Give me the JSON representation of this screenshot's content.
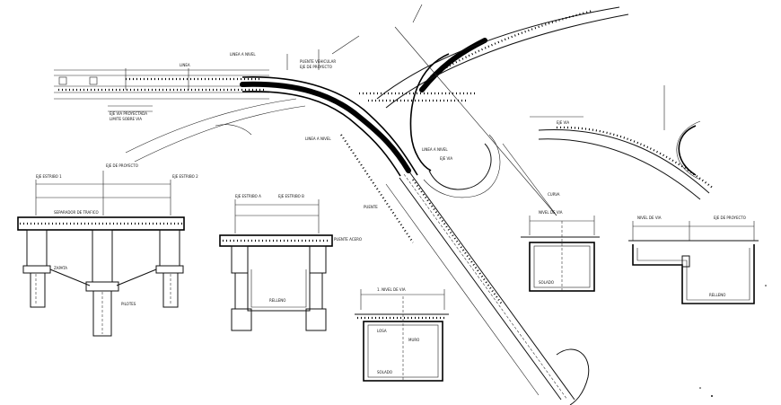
{
  "drawing": {
    "labels": {
      "plan_left_a": "LINEA",
      "plan_left_b": "EJE VIA PROYECTADA",
      "plan_left_c": "LIMITE SOBRE VIA",
      "plan_top_a": "LINEA A NIVEL",
      "plan_top_b": "PUENTE VEHICULAR",
      "plan_top_c": "EJE DE PROYECTO",
      "plan_mid_a": "LINEA A NIVEL",
      "plan_mid_b": "LINEA A NIVEL",
      "plan_mid_c": "EJE VIA",
      "plan_mid_d": "PUENTE",
      "plan_right_a": "EJE VIA",
      "plan_right_b": "CURVA",
      "sec1_top_a": "EJE ESTRIBO 1",
      "sec1_top_b": "EJE DE PROYECTO",
      "sec1_top_c": "EJE ESTRIBO 2",
      "sec1_mid": "SEPARADOR DE TRAFICO",
      "sec1_low_a": "ZAPATA",
      "sec1_low_b": "PILOTES",
      "sec2_top_a": "EJE ESTRIBO A",
      "sec2_top_b": "EJE ESTRIBO B",
      "sec2_mid": "PUENTE ACERO",
      "sec2_low": "RELLENO",
      "sec3_top": "1. NIVEL DE VIA",
      "sec3_mid_a": "LOSA",
      "sec3_mid_b": "MURO",
      "sec3_low": "SOLADO",
      "sec4_top": "NIVEL DE VIA",
      "sec4_low": "SOLADO",
      "sec5_top_a": "NIVEL DE VIA",
      "sec5_top_b": "EJE DE PROYECTO",
      "sec5_low": "RELLENO"
    }
  }
}
